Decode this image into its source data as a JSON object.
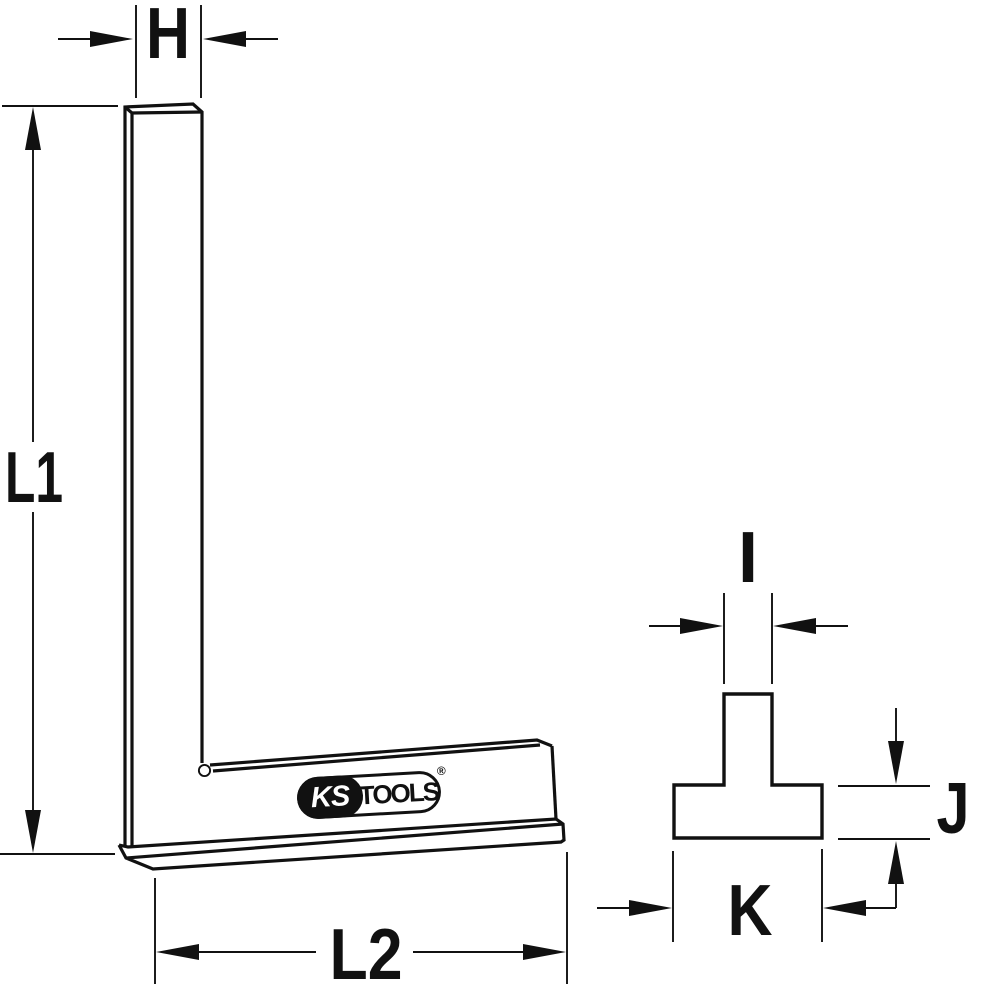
{
  "page": {
    "background_color": "#ffffff",
    "line_color": "#111111"
  },
  "front_view": {
    "dimensions": {
      "blade_width_label": "H",
      "blade_length_label": "L1",
      "stock_length_label": "L2"
    },
    "logo": {
      "ks_text": "KS",
      "tools_text": "TOOLS",
      "registered_mark": "®"
    }
  },
  "section_view": {
    "dimensions": {
      "web_thickness_label": "I",
      "flange_height_label": "J",
      "flange_width_label": "K"
    }
  }
}
